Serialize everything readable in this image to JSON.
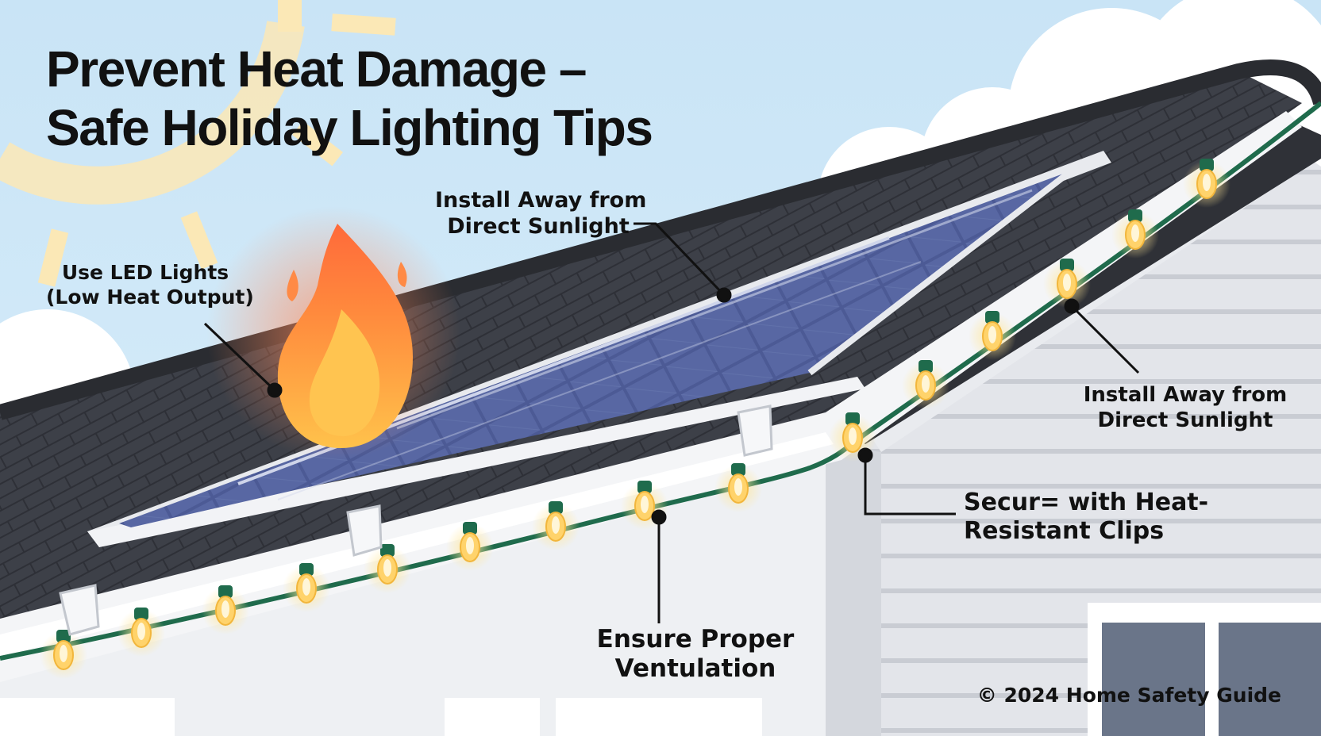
{
  "title": {
    "line1": "Prevent Heat Damage –",
    "line2": "Safe Holiday Lighting Tips"
  },
  "callouts": {
    "led": {
      "line1": "Use LED Lights",
      "line2": "(Low Heat Output)"
    },
    "sunlight_panel": {
      "line1": "Install Away from",
      "line2": "Direct Sunlight"
    },
    "sunlight_eave": {
      "line1": "Install Away from",
      "line2": "Direct Sunlight"
    },
    "clips": {
      "line1": "Secur= with Heat-",
      "line2": "Resistant Clips"
    },
    "ventilation": {
      "line1": "Ensure Proper",
      "line2": "Ventulation"
    }
  },
  "copyright": "© 2024 Home Safety Guide",
  "icons": [
    "sun-icon",
    "cloud-icon",
    "flame-icon",
    "solar-panel-icon",
    "light-bulb-icon",
    "gutter-clip-icon"
  ],
  "colors": {
    "sky": "#cfe8f7",
    "roof": "#3c3f47",
    "panel": "#3f4f8e",
    "siding": "#dfe1e6",
    "light_wire": "#1f6b4c",
    "bulb": "#ffd36b",
    "flame": "#ff7a3c"
  }
}
